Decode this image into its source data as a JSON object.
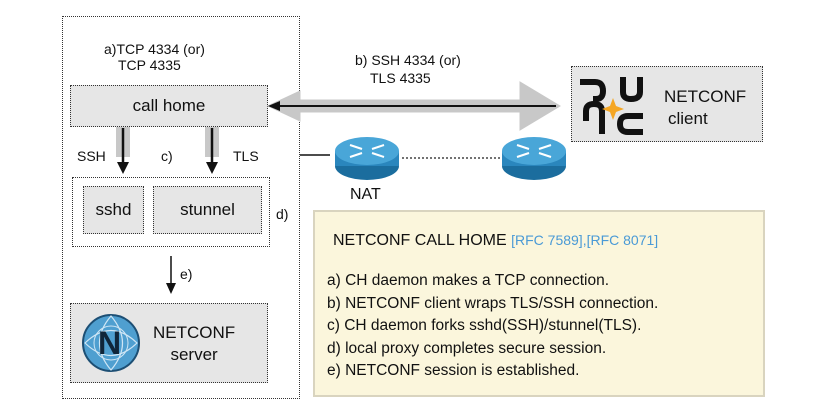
{
  "server_side": {
    "label_a_line1": "a)TCP 4334 (or)",
    "label_a_line2": "TCP 4335",
    "call_home": "call home",
    "ssh": "SSH",
    "label_c": "c)",
    "tls": "TLS",
    "sshd": "sshd",
    "stunnel": "stunnel",
    "label_d": "d)",
    "label_e": "e)",
    "netconf_server_line1": "NETCONF",
    "netconf_server_line2": "server",
    "server_logo_letter": "N"
  },
  "link": {
    "label_b_line1": "b) SSH 4334 (or)",
    "label_b_line2": "TLS 4335",
    "nat": "NAT"
  },
  "client": {
    "line1": "NETCONF",
    "line2": "client"
  },
  "panel": {
    "title": "NETCONF CALL HOME",
    "refs": "[RFC 7589],[RFC 8071]",
    "steps": [
      "a) CH daemon makes a TCP connection.",
      "b) NETCONF client wraps TLS/SSH connection.",
      "c) CH daemon forks sshd(SSH)/stunnel(TLS).",
      "d) local proxy completes secure session.",
      "e) NETCONF session is established."
    ]
  },
  "colors": {
    "ref_link": "#4a9ad6",
    "panel_bg": "#fbf6dc",
    "box_gray": "#e6e6e6",
    "router_blue": "#2f8fc0",
    "logo_orange": "#f5a623"
  }
}
